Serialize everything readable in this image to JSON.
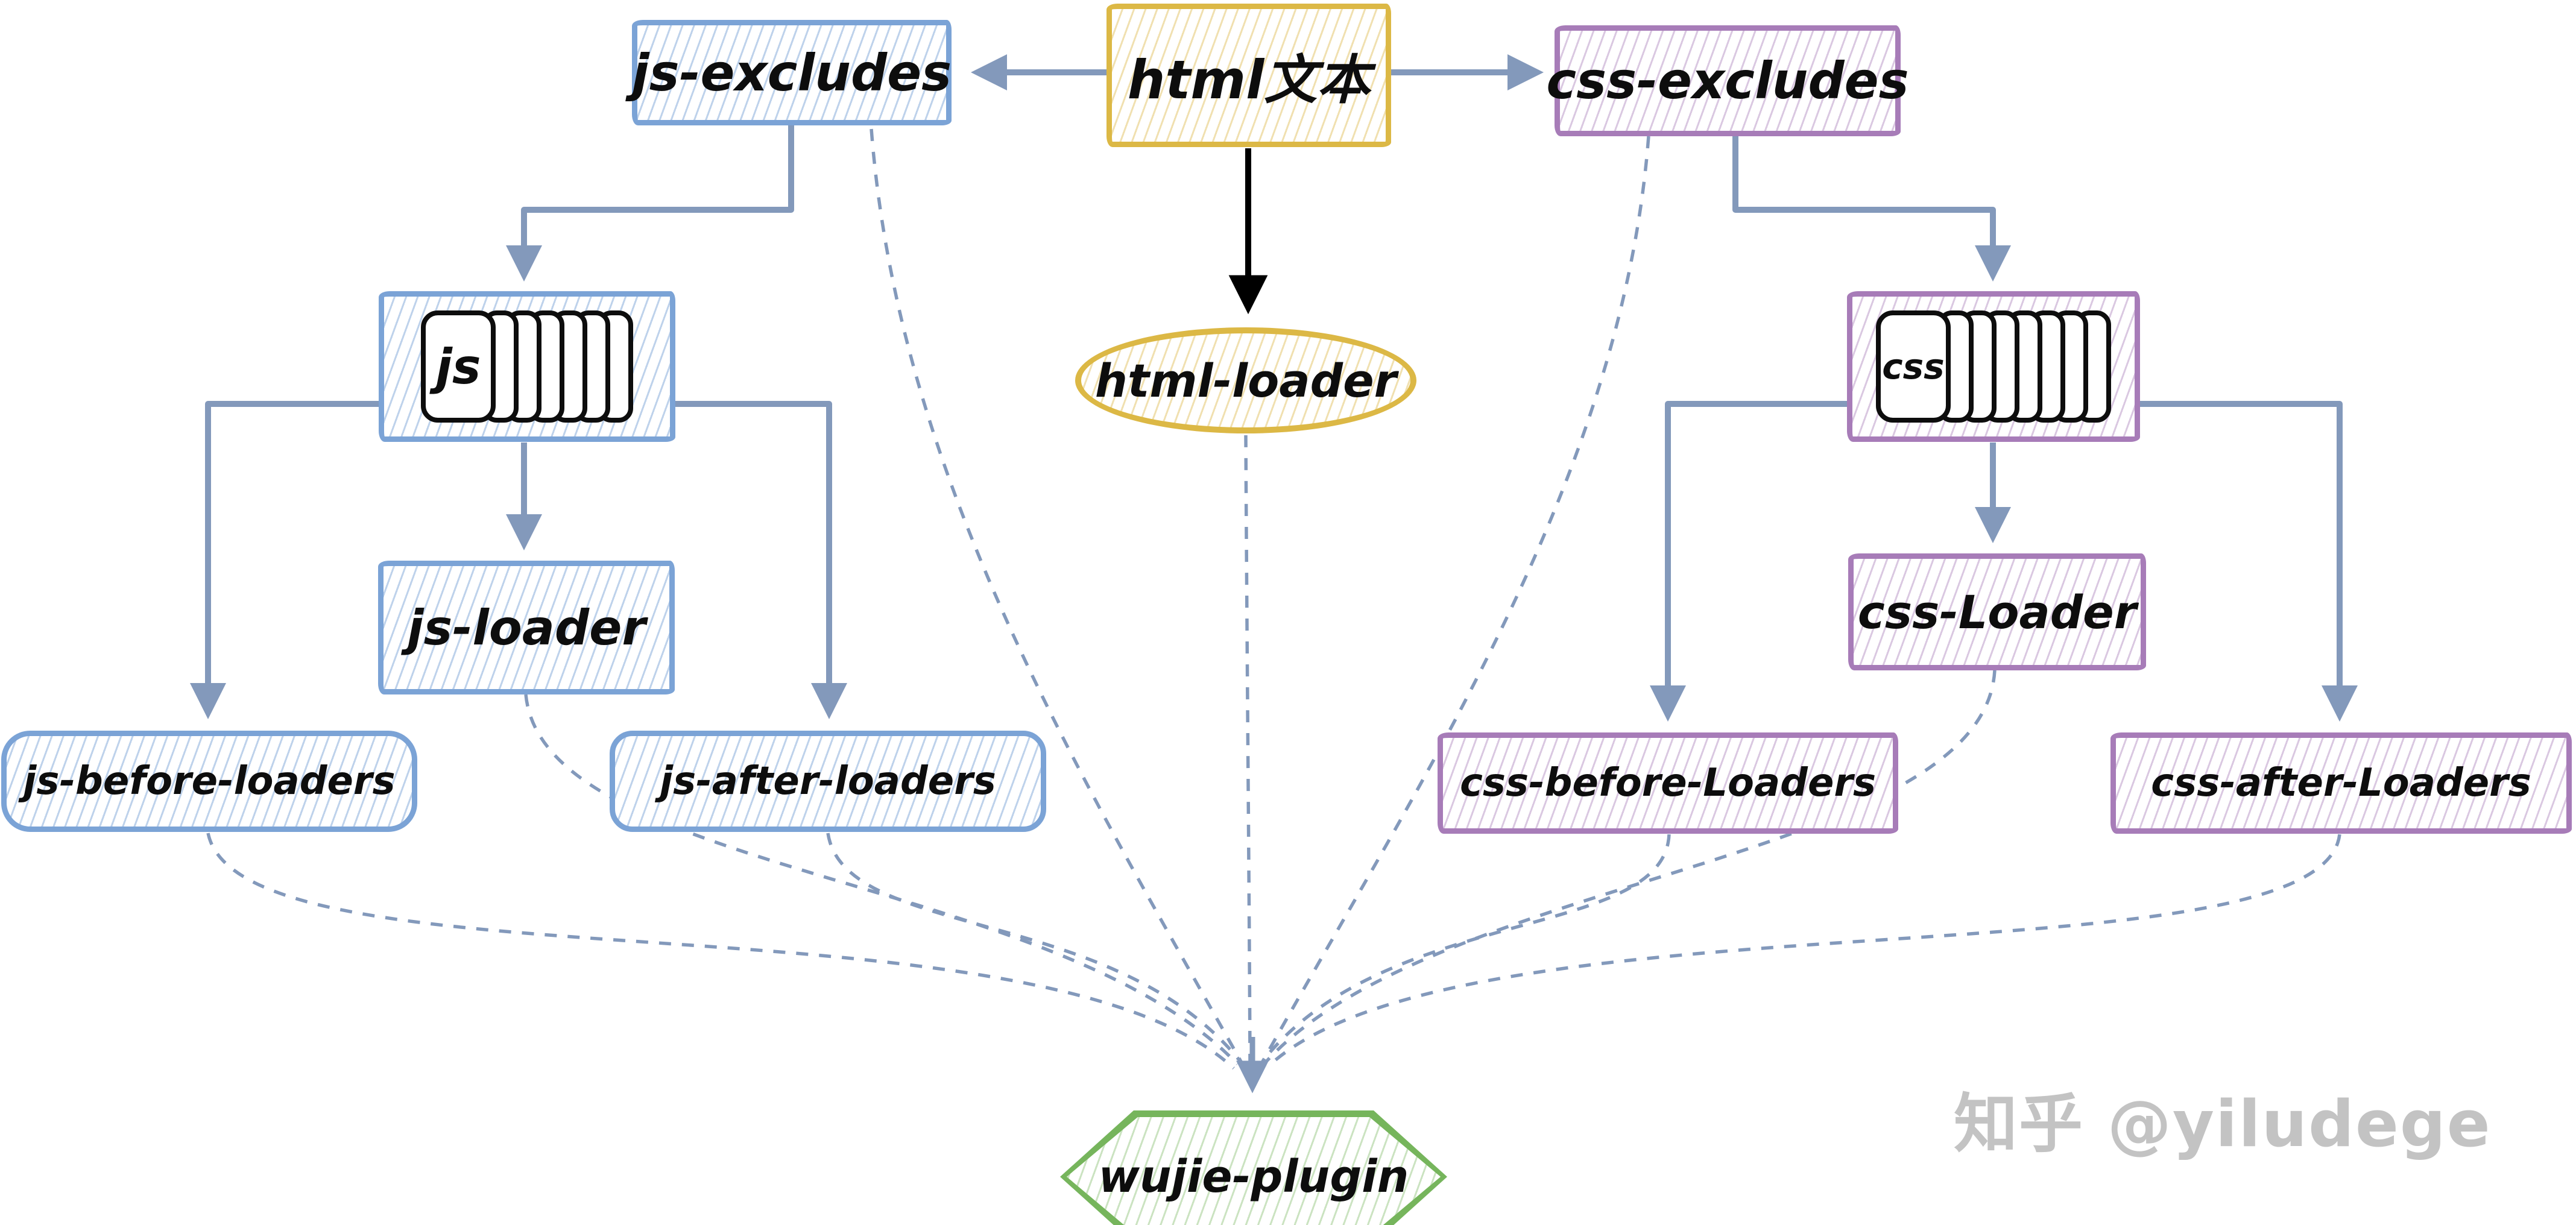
{
  "diagram": {
    "title_hint": "wujie plugin html/css/js processing flow",
    "nodes": {
      "html_text": {
        "label": "html文本",
        "shape": "rect",
        "color": "#dcb845"
      },
      "js_excludes": {
        "label": "js-excludes",
        "shape": "rect",
        "color": "#7ba3d6"
      },
      "css_excludes": {
        "label": "css-excludes",
        "shape": "rect",
        "color": "#a77cb8"
      },
      "js_stack": {
        "label": "js",
        "shape": "stack",
        "color": "#7ba3d6"
      },
      "css_stack": {
        "label": "css",
        "shape": "stack",
        "color": "#a77cb8"
      },
      "html_loader": {
        "label": "html-loader",
        "shape": "ellipse",
        "color": "#dcb845"
      },
      "js_loader": {
        "label": "js-loader",
        "shape": "rect",
        "color": "#7ba3d6"
      },
      "css_loader": {
        "label": "css-Loader",
        "shape": "rect",
        "color": "#a77cb8"
      },
      "js_before_loaders": {
        "label": "js-before-loaders",
        "shape": "round",
        "color": "#7ba3d6"
      },
      "js_after_loaders": {
        "label": "js-after-loaders",
        "shape": "round",
        "color": "#7ba3d6"
      },
      "css_before_loaders": {
        "label": "css-before-Loaders",
        "shape": "rect",
        "color": "#a77cb8"
      },
      "css_after_loaders": {
        "label": "css-after-Loaders",
        "shape": "rect",
        "color": "#a77cb8"
      },
      "wujie_plugin": {
        "label": "wujie-plugin",
        "shape": "hexagon",
        "color": "#76b55c"
      }
    },
    "edges": [
      {
        "from": "html_text",
        "to": "js_excludes",
        "style": "solid",
        "color": "#8399bb"
      },
      {
        "from": "html_text",
        "to": "css_excludes",
        "style": "solid",
        "color": "#8399bb"
      },
      {
        "from": "html_text",
        "to": "html_loader",
        "style": "solid",
        "color": "#000000"
      },
      {
        "from": "js_excludes",
        "to": "js_stack",
        "style": "solid",
        "color": "#8399bb"
      },
      {
        "from": "css_excludes",
        "to": "css_stack",
        "style": "solid",
        "color": "#8399bb"
      },
      {
        "from": "js_stack",
        "to": "js_before_loaders",
        "style": "solid",
        "color": "#8399bb"
      },
      {
        "from": "js_stack",
        "to": "js_loader",
        "style": "solid",
        "color": "#8399bb"
      },
      {
        "from": "js_stack",
        "to": "js_after_loaders",
        "style": "solid",
        "color": "#8399bb"
      },
      {
        "from": "css_stack",
        "to": "css_before_loaders",
        "style": "solid",
        "color": "#8399bb"
      },
      {
        "from": "css_stack",
        "to": "css_loader",
        "style": "solid",
        "color": "#8399bb"
      },
      {
        "from": "css_stack",
        "to": "css_after_loaders",
        "style": "solid",
        "color": "#8399bb"
      },
      {
        "from": "js_excludes",
        "to": "wujie_plugin",
        "style": "dashed",
        "color": "#8399bb"
      },
      {
        "from": "html_loader",
        "to": "wujie_plugin",
        "style": "dashed",
        "color": "#8399bb"
      },
      {
        "from": "css_excludes",
        "to": "wujie_plugin",
        "style": "dashed",
        "color": "#8399bb"
      },
      {
        "from": "js_loader",
        "to": "wujie_plugin",
        "style": "dashed",
        "color": "#8399bb"
      },
      {
        "from": "js_before_loaders",
        "to": "wujie_plugin",
        "style": "dashed",
        "color": "#8399bb"
      },
      {
        "from": "js_after_loaders",
        "to": "wujie_plugin",
        "style": "dashed",
        "color": "#8399bb"
      },
      {
        "from": "css_loader",
        "to": "wujie_plugin",
        "style": "dashed",
        "color": "#8399bb"
      },
      {
        "from": "css_before_loaders",
        "to": "wujie_plugin",
        "style": "dashed",
        "color": "#8399bb"
      },
      {
        "from": "css_after_loaders",
        "to": "wujie_plugin",
        "style": "dashed",
        "color": "#8399bb"
      }
    ],
    "colors": {
      "connector": "#8399bb",
      "black_arrow": "#000000",
      "js_family": "#7ba3d6",
      "css_family": "#a77cb8",
      "html_family": "#dcb845",
      "plugin": "#76b55c",
      "text": "#0d0d0d",
      "watermark": "#c3c3c3"
    },
    "watermark": "知乎 @yiludege"
  }
}
